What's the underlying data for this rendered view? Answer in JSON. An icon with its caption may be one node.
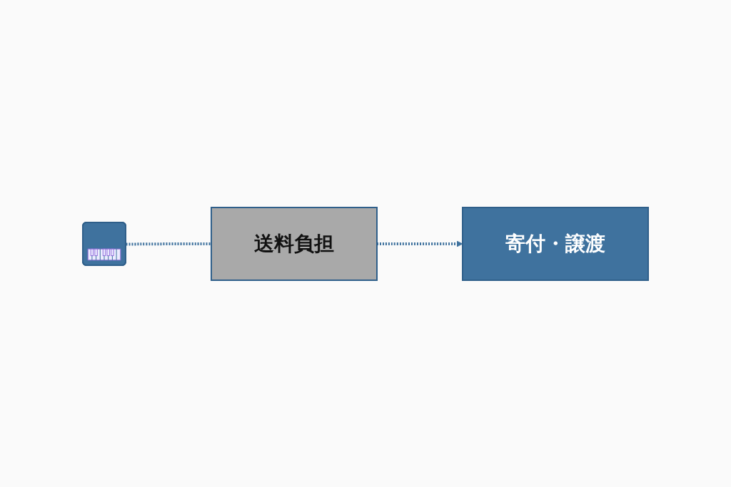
{
  "diagram": {
    "nodes": [
      {
        "text": [],
        "shape": "picture"
      },
      {
        "text": [
          "送料負担"
        ]
      },
      {
        "text": [
          "寄付・譲渡"
        ]
      }
    ],
    "edges": [
      {
        "from": 0,
        "to": 1,
        "arrow": "none",
        "style": "dashed"
      },
      {
        "from": 1,
        "to": 2,
        "arrow": "to",
        "style": "dashed"
      }
    ]
  }
}
